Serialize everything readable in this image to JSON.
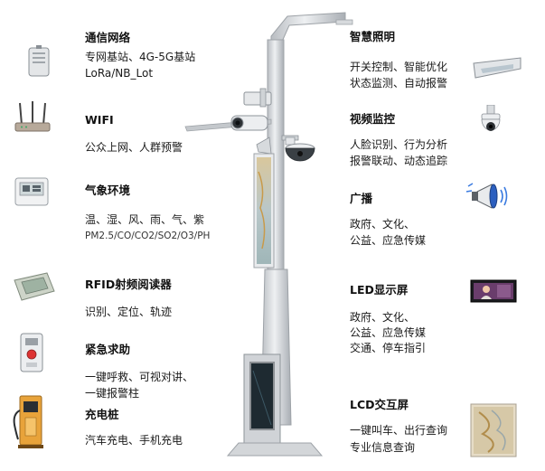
{
  "left": {
    "comm": {
      "title": "通信网络",
      "lines": [
        "专网基站、4G-5G基站",
        "LoRa/NB_Lot"
      ],
      "icon": "gateway-icon"
    },
    "wifi": {
      "title": "WIFI",
      "lines": [
        "公众上网、人群预警"
      ],
      "icon": "router-icon"
    },
    "weather": {
      "title": "气象环境",
      "lines": [
        "温、湿、风、雨、气、紫",
        "PM2.5/CO/CO2/SO2/O3/PH"
      ],
      "icon": "weather-sensor-icon"
    },
    "rfid": {
      "title": "RFID射频阅读器",
      "lines": [
        "识别、定位、轨迹"
      ],
      "icon": "rfid-reader-icon"
    },
    "emergency": {
      "title": "紧急求助",
      "lines": [
        "一键呼救、可视对讲、",
        "一键报警柱"
      ],
      "icon": "emergency-button-icon"
    },
    "charging": {
      "title": "充电桩",
      "lines": [
        "汽车充电、手机充电"
      ],
      "icon": "charging-station-icon"
    }
  },
  "right": {
    "lighting": {
      "title": "智慧照明",
      "lines": [
        "开关控制、智能优化",
        "状态监测、自动报警"
      ],
      "icon": "street-lamp-icon"
    },
    "video": {
      "title": "视频监控",
      "lines": [
        "人脸识别、行为分析",
        "报警联动、动态追踪"
      ],
      "icon": "dome-camera-icon"
    },
    "broadcast": {
      "title": "广播",
      "lines": [
        "政府、文化、",
        "公益、应急传媒"
      ],
      "icon": "loudspeaker-icon"
    },
    "led": {
      "title": "LED显示屏",
      "lines": [
        "政府、文化、",
        "公益、应急传媒",
        "交通、停车指引"
      ],
      "icon": "led-screen-icon"
    },
    "lcd": {
      "title": "LCD交互屏",
      "lines": [
        "一键叫车、出行查询",
        "专业信息查询"
      ],
      "icon": "lcd-screen-icon"
    }
  },
  "colors": {
    "pole": "#c9ccd0",
    "pole_shadow": "#9ea3a8",
    "text": "#1a1a1a",
    "charger": "#e8a33a"
  }
}
